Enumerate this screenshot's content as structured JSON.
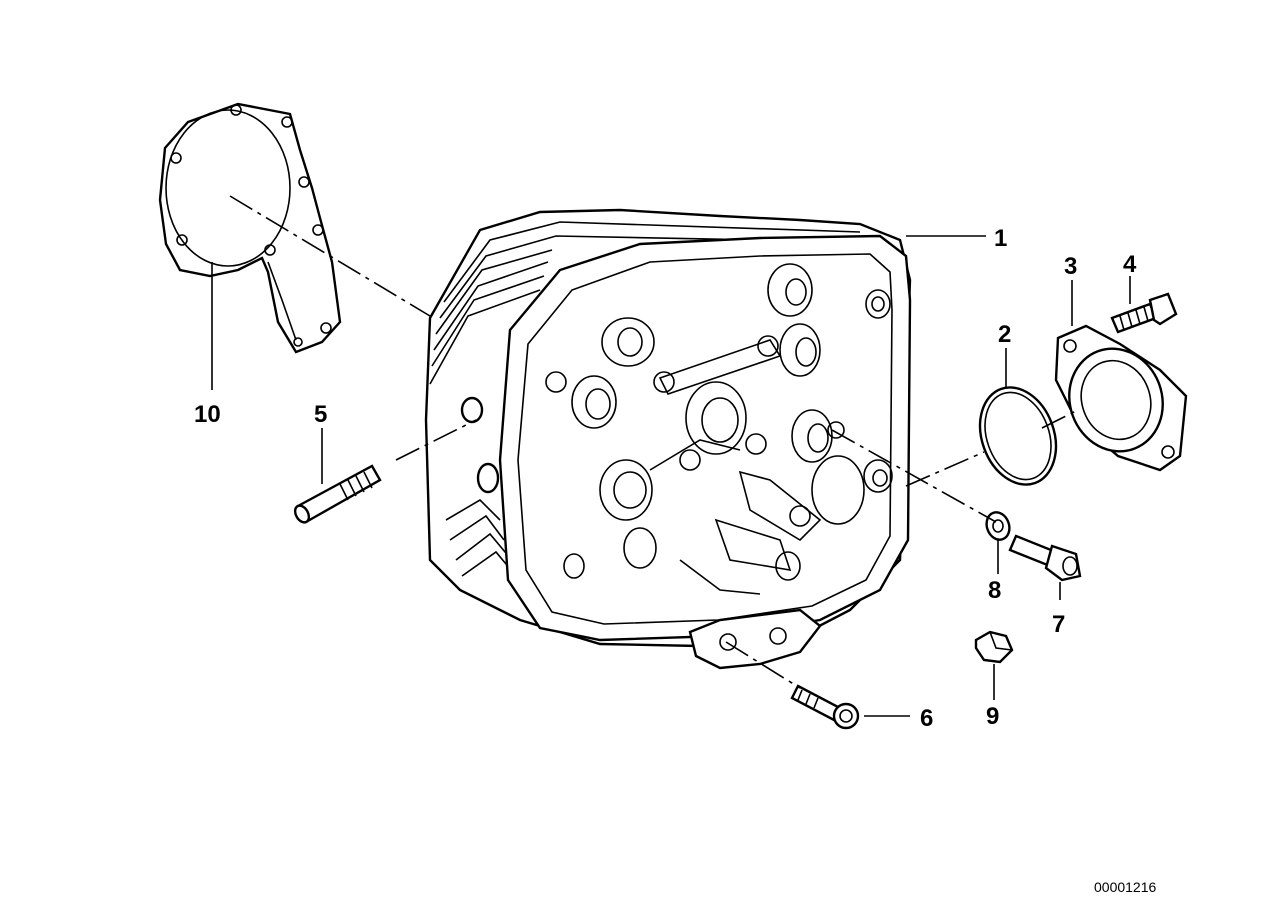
{
  "callouts": {
    "c1": "1",
    "c2": "2",
    "c3": "3",
    "c4": "4",
    "c5": "5",
    "c6": "6",
    "c7": "7",
    "c8": "8",
    "c9": "9",
    "c10": "10"
  },
  "reference_number": "00001216",
  "colors": {
    "ink": "#000000",
    "background": "#ffffff"
  }
}
